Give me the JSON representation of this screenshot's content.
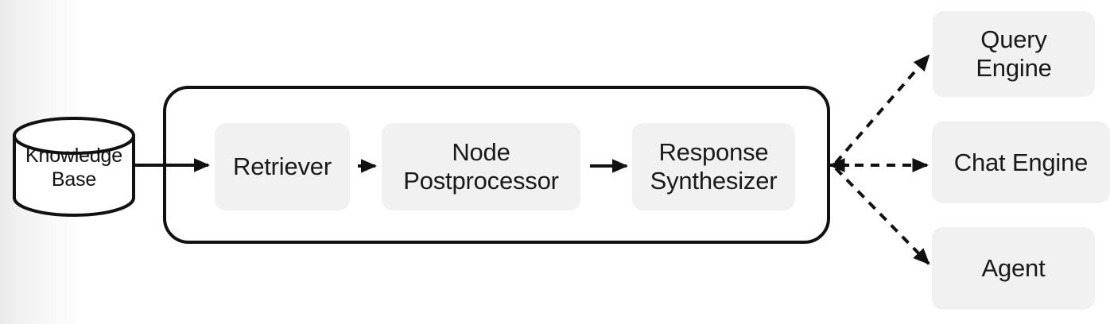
{
  "diagram": {
    "title": "RAG query pipeline",
    "background": {
      "page_color": "#ffffff",
      "left_gradient_color": "#ebebeb"
    },
    "style": {
      "box_fill": "#f1f1f1",
      "stroke_color": "#111111",
      "text_color": "#1a1a1a",
      "solid_stroke_width": 4,
      "dashed_stroke_width": 4,
      "dash_pattern": "11 9"
    },
    "source": {
      "shape": "cylinder",
      "label": "Knowledge\nBase"
    },
    "pipeline": {
      "container_label": "",
      "stages": [
        {
          "id": "retriever",
          "label": "Retriever"
        },
        {
          "id": "node-postprocessor",
          "label": "Node\nPostprocessor"
        },
        {
          "id": "response-synthesizer",
          "label": "Response\nSynthesizer"
        }
      ]
    },
    "consumers": [
      {
        "id": "query-engine",
        "label": "Query\nEngine"
      },
      {
        "id": "chat-engine",
        "label": "Chat Engine"
      },
      {
        "id": "agent",
        "label": "Agent"
      }
    ],
    "connections": [
      {
        "from": "knowledge-base",
        "to": "pipeline",
        "style": "solid"
      },
      {
        "from": "retriever",
        "to": "node-postprocessor",
        "style": "solid"
      },
      {
        "from": "node-postprocessor",
        "to": "response-synthesizer",
        "style": "solid"
      },
      {
        "from": "pipeline",
        "to": "query-engine",
        "style": "dashed",
        "bidirectional": true
      },
      {
        "from": "pipeline",
        "to": "chat-engine",
        "style": "dashed",
        "bidirectional": true
      },
      {
        "from": "pipeline",
        "to": "agent",
        "style": "dashed",
        "bidirectional": true
      }
    ]
  }
}
